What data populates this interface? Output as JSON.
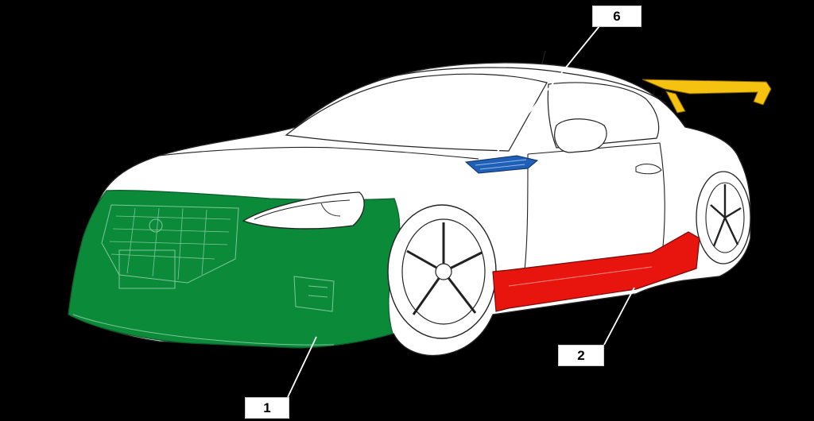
{
  "colors": {
    "background": "#000000",
    "body_outline": "#222222",
    "body_fill": "#ffffff",
    "front_bumper": "#0b8a3a",
    "side_skirt": "#e8150f",
    "rear_wing": "#f5c211",
    "fender_duct": "#1f5fb5",
    "leader_line": "#ffffff"
  },
  "callouts": [
    {
      "id": "callout-6",
      "label": "6",
      "part_color": "#1f5fb5"
    },
    {
      "id": "callout-2",
      "label": "2",
      "part_color": "#e8150f"
    },
    {
      "id": "callout-1",
      "label": "1",
      "part_color": "#0b8a3a"
    }
  ],
  "parts": [
    {
      "name": "front-bumper",
      "color": "#0b8a3a"
    },
    {
      "name": "side-skirt",
      "color": "#e8150f"
    },
    {
      "name": "fender-duct",
      "color": "#1f5fb5"
    },
    {
      "name": "rear-wing",
      "color": "#f5c211"
    }
  ]
}
